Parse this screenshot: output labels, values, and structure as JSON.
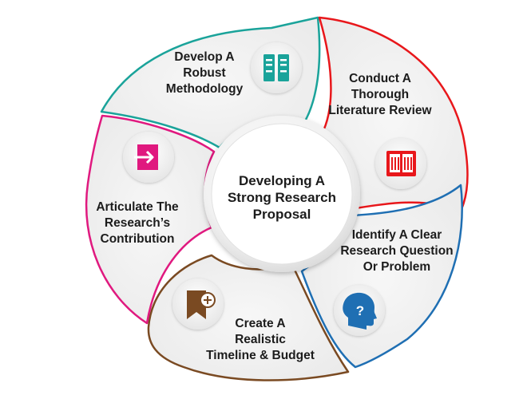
{
  "center": {
    "lines": [
      "Developing A",
      "Strong Research",
      "Proposal"
    ]
  },
  "steps": [
    {
      "id": "methodology",
      "lines": [
        "Develop A",
        "Robust",
        "Methodology"
      ],
      "color": "#1aa39a",
      "icon": "bookshelf-icon"
    },
    {
      "id": "literature",
      "lines": [
        "Conduct A",
        "Thorough",
        "Literature Review"
      ],
      "color": "#e8171b",
      "icon": "open-book-icon"
    },
    {
      "id": "question",
      "lines": [
        "Identify A Clear",
        "Research Question",
        "Or Problem"
      ],
      "color": "#1f6fb3",
      "icon": "head-question-icon"
    },
    {
      "id": "timeline",
      "lines": [
        "Create A",
        "Realistic",
        "Timeline & Budget"
      ],
      "color": "#7a4a22",
      "icon": "bookmark-plus-icon"
    },
    {
      "id": "contribution",
      "lines": [
        "Articulate The",
        "Research’s",
        "Contribution"
      ],
      "color": "#e0197f",
      "icon": "sign-in-icon"
    }
  ]
}
